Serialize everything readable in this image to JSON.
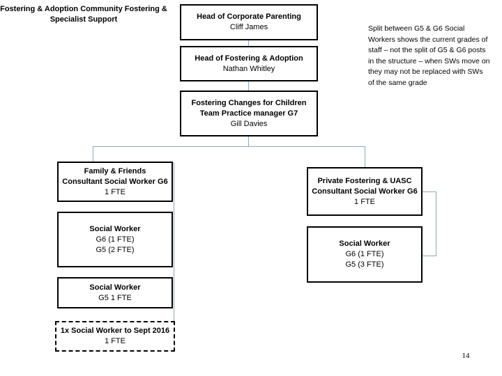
{
  "slide": {
    "title_line1": "Fostering & Adoption",
    "title_line2": "Community Fostering & Specialist Support",
    "page_number": "14",
    "connector_color": "#8fa9b8",
    "box_border_color": "#000000",
    "background_color": "#ffffff"
  },
  "note": {
    "text": "Split between G5 & G6 Social Workers shows the current grades of staff – not the split of G5 & G6 posts in the structure – when SWs move on they may not be replaced with SWs of the same grade"
  },
  "nodes": {
    "corporate": {
      "line1": "Head of Corporate Parenting",
      "line2": "Cliff James"
    },
    "head_fostering_adoption": {
      "line1": "Head of Fostering & Adoption",
      "line2": "Nathan Whitley"
    },
    "fostering_changes": {
      "line1": "Fostering Changes for Children",
      "line2": "Team Practice manager G7",
      "line3": "Gill Davies"
    },
    "family_friends": {
      "line1": "Family & Friends",
      "line2": "Consultant Social Worker G6",
      "line3": "1 FTE"
    },
    "social_worker_left_1": {
      "line1": "Social Worker",
      "line2": "G6 (1 FTE)",
      "line3": "G5 (2 FTE)"
    },
    "social_worker_left_2": {
      "line1": "Social Worker",
      "line2": "G5 1 FTE"
    },
    "social_worker_temp": {
      "line1": "1x Social Worker to Sept 2016",
      "line2": "1 FTE"
    },
    "private_fostering_uasc": {
      "line1": "Private Fostering & UASC",
      "line2": "Consultant Social Worker G6",
      "line3": "1 FTE"
    },
    "social_worker_right": {
      "line1": "Social Worker",
      "line2": "G6 (1 FTE)",
      "line3": "G5 (3 FTE)"
    }
  }
}
